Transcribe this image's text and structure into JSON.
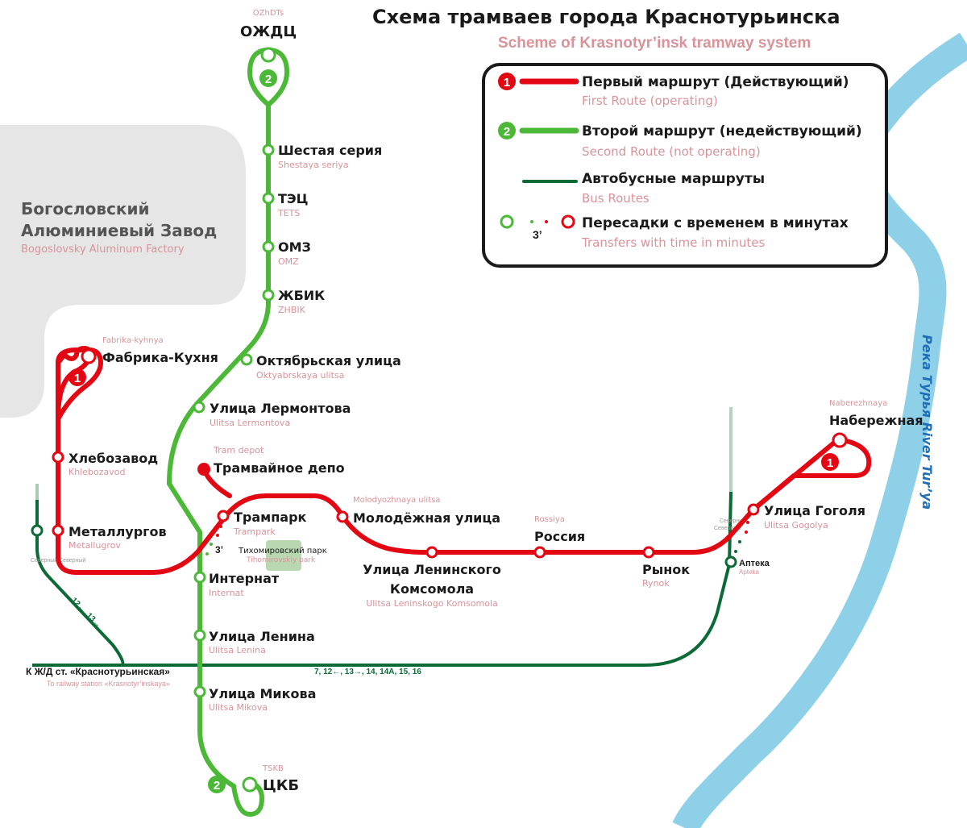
{
  "title_ru": "Схема трамваев города Краснотурьинска",
  "title_en": "Scheme of Krasnotyr’insk tramway system",
  "colors": {
    "route1": "#e30613",
    "route2": "#4cb838",
    "bus": "#0b6a36",
    "river": "#8ed0e8",
    "factory": "#e6e6e6",
    "park": "#b9d8b2",
    "text_en": "#d9939a",
    "river_text": "#1f6fb8"
  },
  "factory": {
    "ru_1": "Богословский",
    "ru_2": "Алюминиевый Завод",
    "en": "Bogoslovsky Aluminum Factory"
  },
  "river": {
    "label": "Река Турья River Tur’ya"
  },
  "legend": {
    "route1": {
      "badge": "1",
      "ru": "Первый маршрут (Действующий)",
      "en": "First Route (operating)"
    },
    "route2": {
      "badge": "2",
      "ru": "Второй маршрут (недействующий)",
      "en": "Second Route (not operating)"
    },
    "bus": {
      "ru": "Автобусные маршруты",
      "en": "Bus Routes"
    },
    "transfer": {
      "minutes": "3’",
      "ru": "Пересадки с временем в минутах",
      "en": "Transfers with time in minutes"
    }
  },
  "badges": {
    "route1": "1",
    "route2": "2"
  },
  "stations": {
    "ozhdc": {
      "ru": "ОЖДЦ",
      "en": "OZhDTs"
    },
    "shestaya": {
      "ru": "Шестая серия",
      "en": "Shestaya seriya"
    },
    "tets": {
      "ru": "ТЭЦ",
      "en": "TETS"
    },
    "omz": {
      "ru": "ОМЗ",
      "en": "OMZ"
    },
    "zhbik": {
      "ru": "ЖБИК",
      "en": "ZHBIK"
    },
    "oktyabr": {
      "ru": "Октябрьская улица",
      "en": "Oktyabrskaya ulitsa"
    },
    "lermontov": {
      "ru": "Улица Лермонтова",
      "en": "Ulitsa Lermontova"
    },
    "depot": {
      "ru": "Трамвайное депо",
      "en": "Tram depot"
    },
    "trampark": {
      "ru": "Трампарк",
      "en": "Trampark"
    },
    "internat": {
      "ru": "Интернат",
      "en": "Internat"
    },
    "lenina": {
      "ru": "Улица Ленина",
      "en": "Ulitsa Lenina"
    },
    "mikova": {
      "ru": "Улица Микова",
      "en": "Ulitsa Mikova"
    },
    "tskb": {
      "ru": "ЦКБ",
      "en": "TSKB"
    },
    "fabrika": {
      "ru": "Фабрика-Кухня",
      "en": "Fabrika-kyhnya"
    },
    "khlebozavod": {
      "ru": "Хлебозавод",
      "en": "Khlebozavod"
    },
    "metallurg": {
      "ru": "Металлургов",
      "en": "Metallugrov"
    },
    "molodezh": {
      "ru": "Молодёжная улица",
      "en": "Molodyozhnaya ulitsa"
    },
    "leninskogo": {
      "ru_1": "Улица Ленинского",
      "ru_2": "Комсомола",
      "en": "Ulitsa Leninskogo Komsomola"
    },
    "rossiya": {
      "ru": "Россия",
      "en": "Rossiya"
    },
    "rynok": {
      "ru": "Рынок",
      "en": "Rynok"
    },
    "gogolya": {
      "ru": "Улица Гоголя",
      "en": "Ulitsa Gogolya"
    },
    "naberezh": {
      "ru": "Набережная",
      "en": "Naberezhnaya"
    }
  },
  "park": {
    "ru": "Тихомировский парк",
    "en": "Tihomirovskiy park"
  },
  "transfer_trampark": "3’",
  "bus_stops": {
    "sever_left": "Северный Северный",
    "sever_right_1": "Северный",
    "sever_right_2": "Северный",
    "apteka_ru": "Аптека",
    "apteka_en": "Apteka"
  },
  "railway": {
    "ru": "К Ж/Д ст. «Краснотурьинская»",
    "en": "To railway station «Krasnotyr’inskaya»"
  },
  "bus_routes": {
    "diagonal": "12←, 13→",
    "main": "7, 12←, 13→, 14, 14А, 15, 16"
  }
}
